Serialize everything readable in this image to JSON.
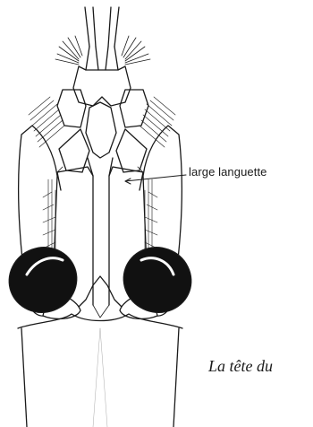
{
  "figure": {
    "subject": "shrimp-head-ventral-view",
    "callout_label": "large languette",
    "caption": "La tête du"
  },
  "colors": {
    "ink": "#1a1a1a",
    "eye_fill": "#111111",
    "paper": "#ffffff"
  }
}
